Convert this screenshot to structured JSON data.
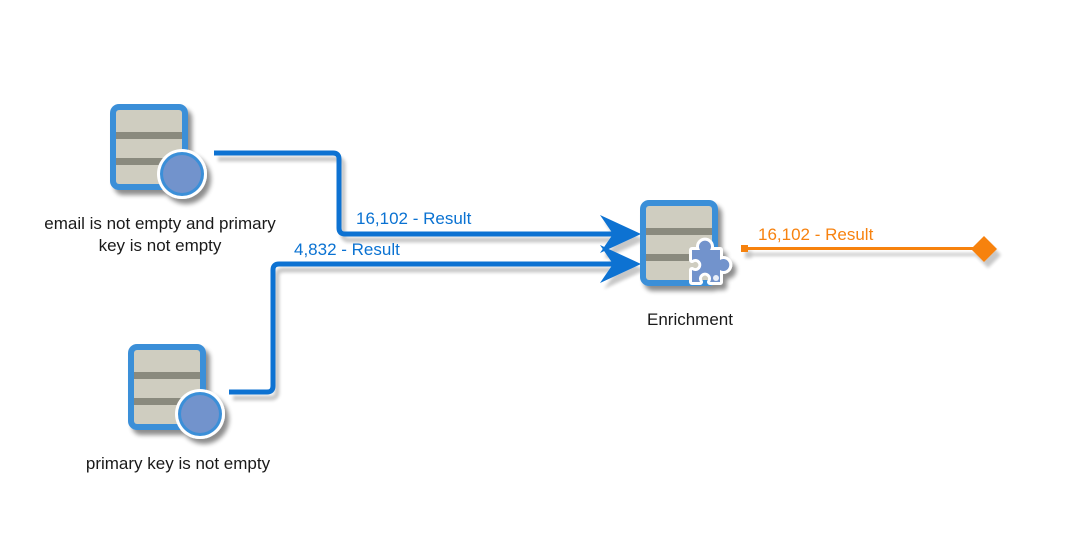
{
  "diagram": {
    "nodes": [
      {
        "id": "query1",
        "type": "query",
        "label_lines": [
          "email is not empty and primary",
          "key is not empty"
        ]
      },
      {
        "id": "query2",
        "type": "query",
        "label_lines": [
          "primary key is not empty"
        ]
      },
      {
        "id": "enrichment",
        "type": "enrichment",
        "label_lines": [
          "Enrichment"
        ]
      },
      {
        "id": "end",
        "type": "end-marker",
        "label_lines": []
      }
    ],
    "edges": [
      {
        "from": "query1",
        "to": "enrichment",
        "label": "16,102 - Result",
        "color": "#0a72d2"
      },
      {
        "from": "query2",
        "to": "enrichment",
        "label": "4,832 - Result",
        "color": "#0a72d2"
      },
      {
        "from": "enrichment",
        "to": "end",
        "label": "16,102 - Result",
        "color": "#f7820f"
      }
    ]
  },
  "colors": {
    "transition_blue": "#0a72d2",
    "transition_orange": "#f7820f",
    "icon_border": "#3b8fd8",
    "icon_body": "#cfcdc0",
    "icon_band": "#8a8a7e",
    "icon_badge": "#7293cc"
  }
}
